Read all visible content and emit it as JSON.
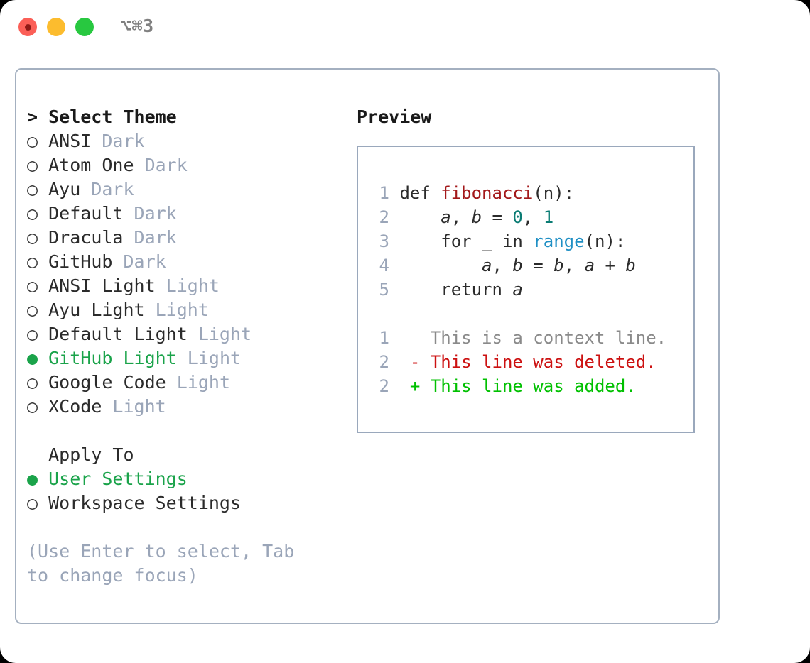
{
  "titlebar": {
    "shortcut": "⌥⌘3",
    "lights": [
      {
        "name": "close",
        "color": "#fb5f57"
      },
      {
        "name": "minimize",
        "color": "#fcbc2e"
      },
      {
        "name": "maximize",
        "color": "#28c840"
      }
    ]
  },
  "theme_list": {
    "header": "> Select Theme",
    "items": [
      {
        "marker": "○",
        "label": "ANSI",
        "tag": "Dark",
        "selected": false
      },
      {
        "marker": "○",
        "label": "Atom One",
        "tag": "Dark",
        "selected": false
      },
      {
        "marker": "○",
        "label": "Ayu",
        "tag": "Dark",
        "selected": false
      },
      {
        "marker": "○",
        "label": "Default",
        "tag": "Dark",
        "selected": false
      },
      {
        "marker": "○",
        "label": "Dracula",
        "tag": "Dark",
        "selected": false
      },
      {
        "marker": "○",
        "label": "GitHub",
        "tag": "Dark",
        "selected": false
      },
      {
        "marker": "○",
        "label": "ANSI Light",
        "tag": "Light",
        "selected": false
      },
      {
        "marker": "○",
        "label": "Ayu Light",
        "tag": "Light",
        "selected": false
      },
      {
        "marker": "○",
        "label": "Default Light",
        "tag": "Light",
        "selected": false
      },
      {
        "marker": "●",
        "label": "GitHub Light",
        "tag": "Light",
        "selected": true
      },
      {
        "marker": "○",
        "label": "Google Code",
        "tag": "Light",
        "selected": false
      },
      {
        "marker": "○",
        "label": "XCode",
        "tag": "Light",
        "selected": false
      }
    ]
  },
  "apply_to": {
    "header": "Apply To",
    "items": [
      {
        "marker": "●",
        "label": "User Settings",
        "selected": true
      },
      {
        "marker": "○",
        "label": "Workspace Settings",
        "selected": false
      }
    ]
  },
  "hint": "(Use Enter to select, Tab to change focus)",
  "preview": {
    "title": "Preview",
    "code_lines": [
      {
        "num": "1",
        "segments": [
          {
            "t": "def ",
            "c": "plain"
          },
          {
            "t": "fibonacci",
            "c": "func"
          },
          {
            "t": "(n):",
            "c": "plain"
          }
        ]
      },
      {
        "num": "2",
        "segments": [
          {
            "t": "    ",
            "c": "plain"
          },
          {
            "t": "a",
            "c": "ident"
          },
          {
            "t": ", ",
            "c": "plain"
          },
          {
            "t": "b",
            "c": "ident"
          },
          {
            "t": " = ",
            "c": "plain"
          },
          {
            "t": "0",
            "c": "num"
          },
          {
            "t": ", ",
            "c": "plain"
          },
          {
            "t": "1",
            "c": "num"
          }
        ]
      },
      {
        "num": "3",
        "segments": [
          {
            "t": "    for _ in ",
            "c": "plain"
          },
          {
            "t": "range",
            "c": "builtin"
          },
          {
            "t": "(n):",
            "c": "plain"
          }
        ]
      },
      {
        "num": "4",
        "segments": [
          {
            "t": "        ",
            "c": "plain"
          },
          {
            "t": "a",
            "c": "ident"
          },
          {
            "t": ", ",
            "c": "plain"
          },
          {
            "t": "b",
            "c": "ident"
          },
          {
            "t": " = ",
            "c": "plain"
          },
          {
            "t": "b",
            "c": "ident"
          },
          {
            "t": ", ",
            "c": "plain"
          },
          {
            "t": "a",
            "c": "ident"
          },
          {
            "t": " + ",
            "c": "plain"
          },
          {
            "t": "b",
            "c": "ident"
          }
        ]
      },
      {
        "num": "5",
        "segments": [
          {
            "t": "    return ",
            "c": "plain"
          },
          {
            "t": "a",
            "c": "ident"
          }
        ]
      }
    ],
    "diff_lines": [
      {
        "num": "1",
        "sign": "  ",
        "text": "This is a context line.",
        "kind": "ctx"
      },
      {
        "num": "2",
        "sign": "- ",
        "text": "This line was deleted.",
        "kind": "del"
      },
      {
        "num": "2",
        "sign": "+ ",
        "text": "This line was added.",
        "kind": "add"
      }
    ]
  },
  "colors": {
    "selection_green": "#1aa34a",
    "added_green": "#00c000",
    "deleted_red": "#cc1111",
    "function_red": "#a3191b",
    "number_teal": "#0b7c74",
    "builtin_blue": "#1f8fc4",
    "muted_blue_gray": "#9aa5b8",
    "panel_border": "#9aa8bc"
  }
}
